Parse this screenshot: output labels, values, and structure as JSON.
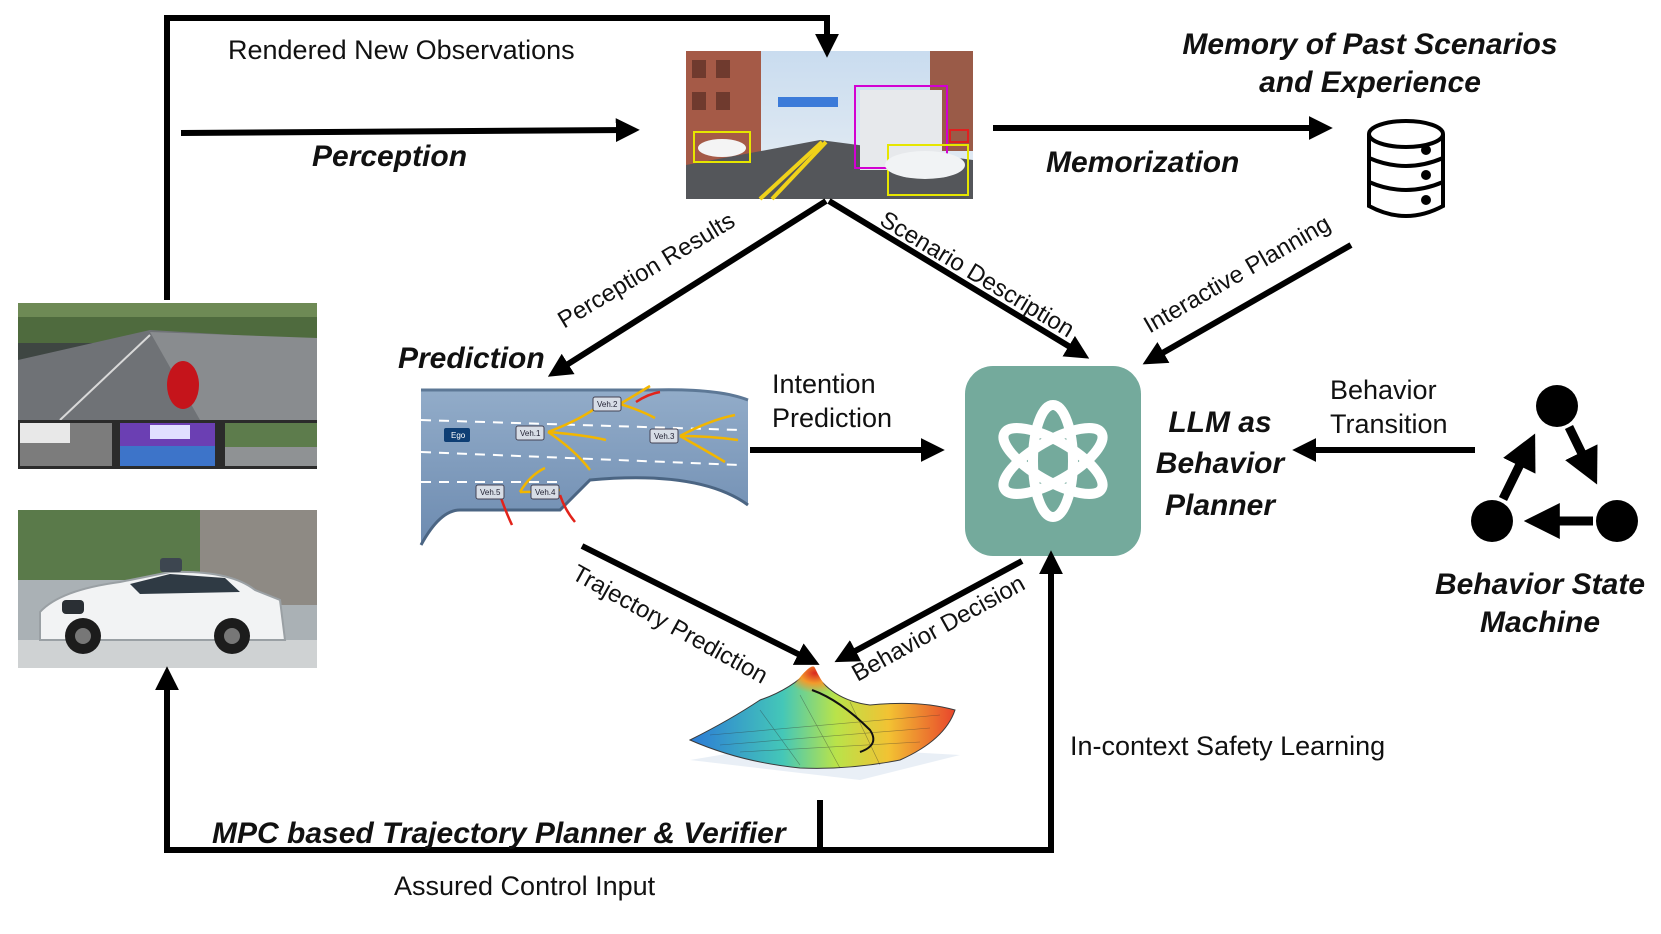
{
  "labels": {
    "rendered_new_observations": "Rendered New Observations",
    "perception": "Perception",
    "memory_line1": "Memory of Past Scenarios",
    "memory_line2": "and Experience",
    "memorization": "Memorization",
    "perception_results": "Perception Results",
    "scenario_description": "Scenario Description",
    "interactive_planning": "Interactive Planning",
    "prediction": "Prediction",
    "intention_line1": "Intention",
    "intention_line2": "Prediction",
    "llm_line1": "LLM as",
    "llm_line2": "Behavior",
    "llm_line3": "Planner",
    "behavior_transition_line1": "Behavior",
    "behavior_transition_line2": "Transition",
    "state_machine_line1": "Behavior State",
    "state_machine_line2": "Machine",
    "trajectory_prediction": "Trajectory Prediction",
    "behavior_decision": "Behavior Decision",
    "in_context_safety": "In-context Safety Learning",
    "mpc_planner": "MPC based Trajectory Planner & Verifier",
    "assured_control": "Assured Control Input"
  },
  "road_vehicles": [
    "Ego",
    "Veh.1",
    "Veh.2",
    "Veh.3",
    "Veh.4",
    "Veh.5"
  ],
  "colors": {
    "arrow": "#000000",
    "llm_bg": "#74aa9c",
    "road": "#7f9fc0",
    "lane_line": "#ffffff",
    "prediction_path": "#f2b600",
    "prediction_end": "#e2231a"
  },
  "icons": [
    "database-icon",
    "openai-logo-icon",
    "state-machine-icon"
  ]
}
